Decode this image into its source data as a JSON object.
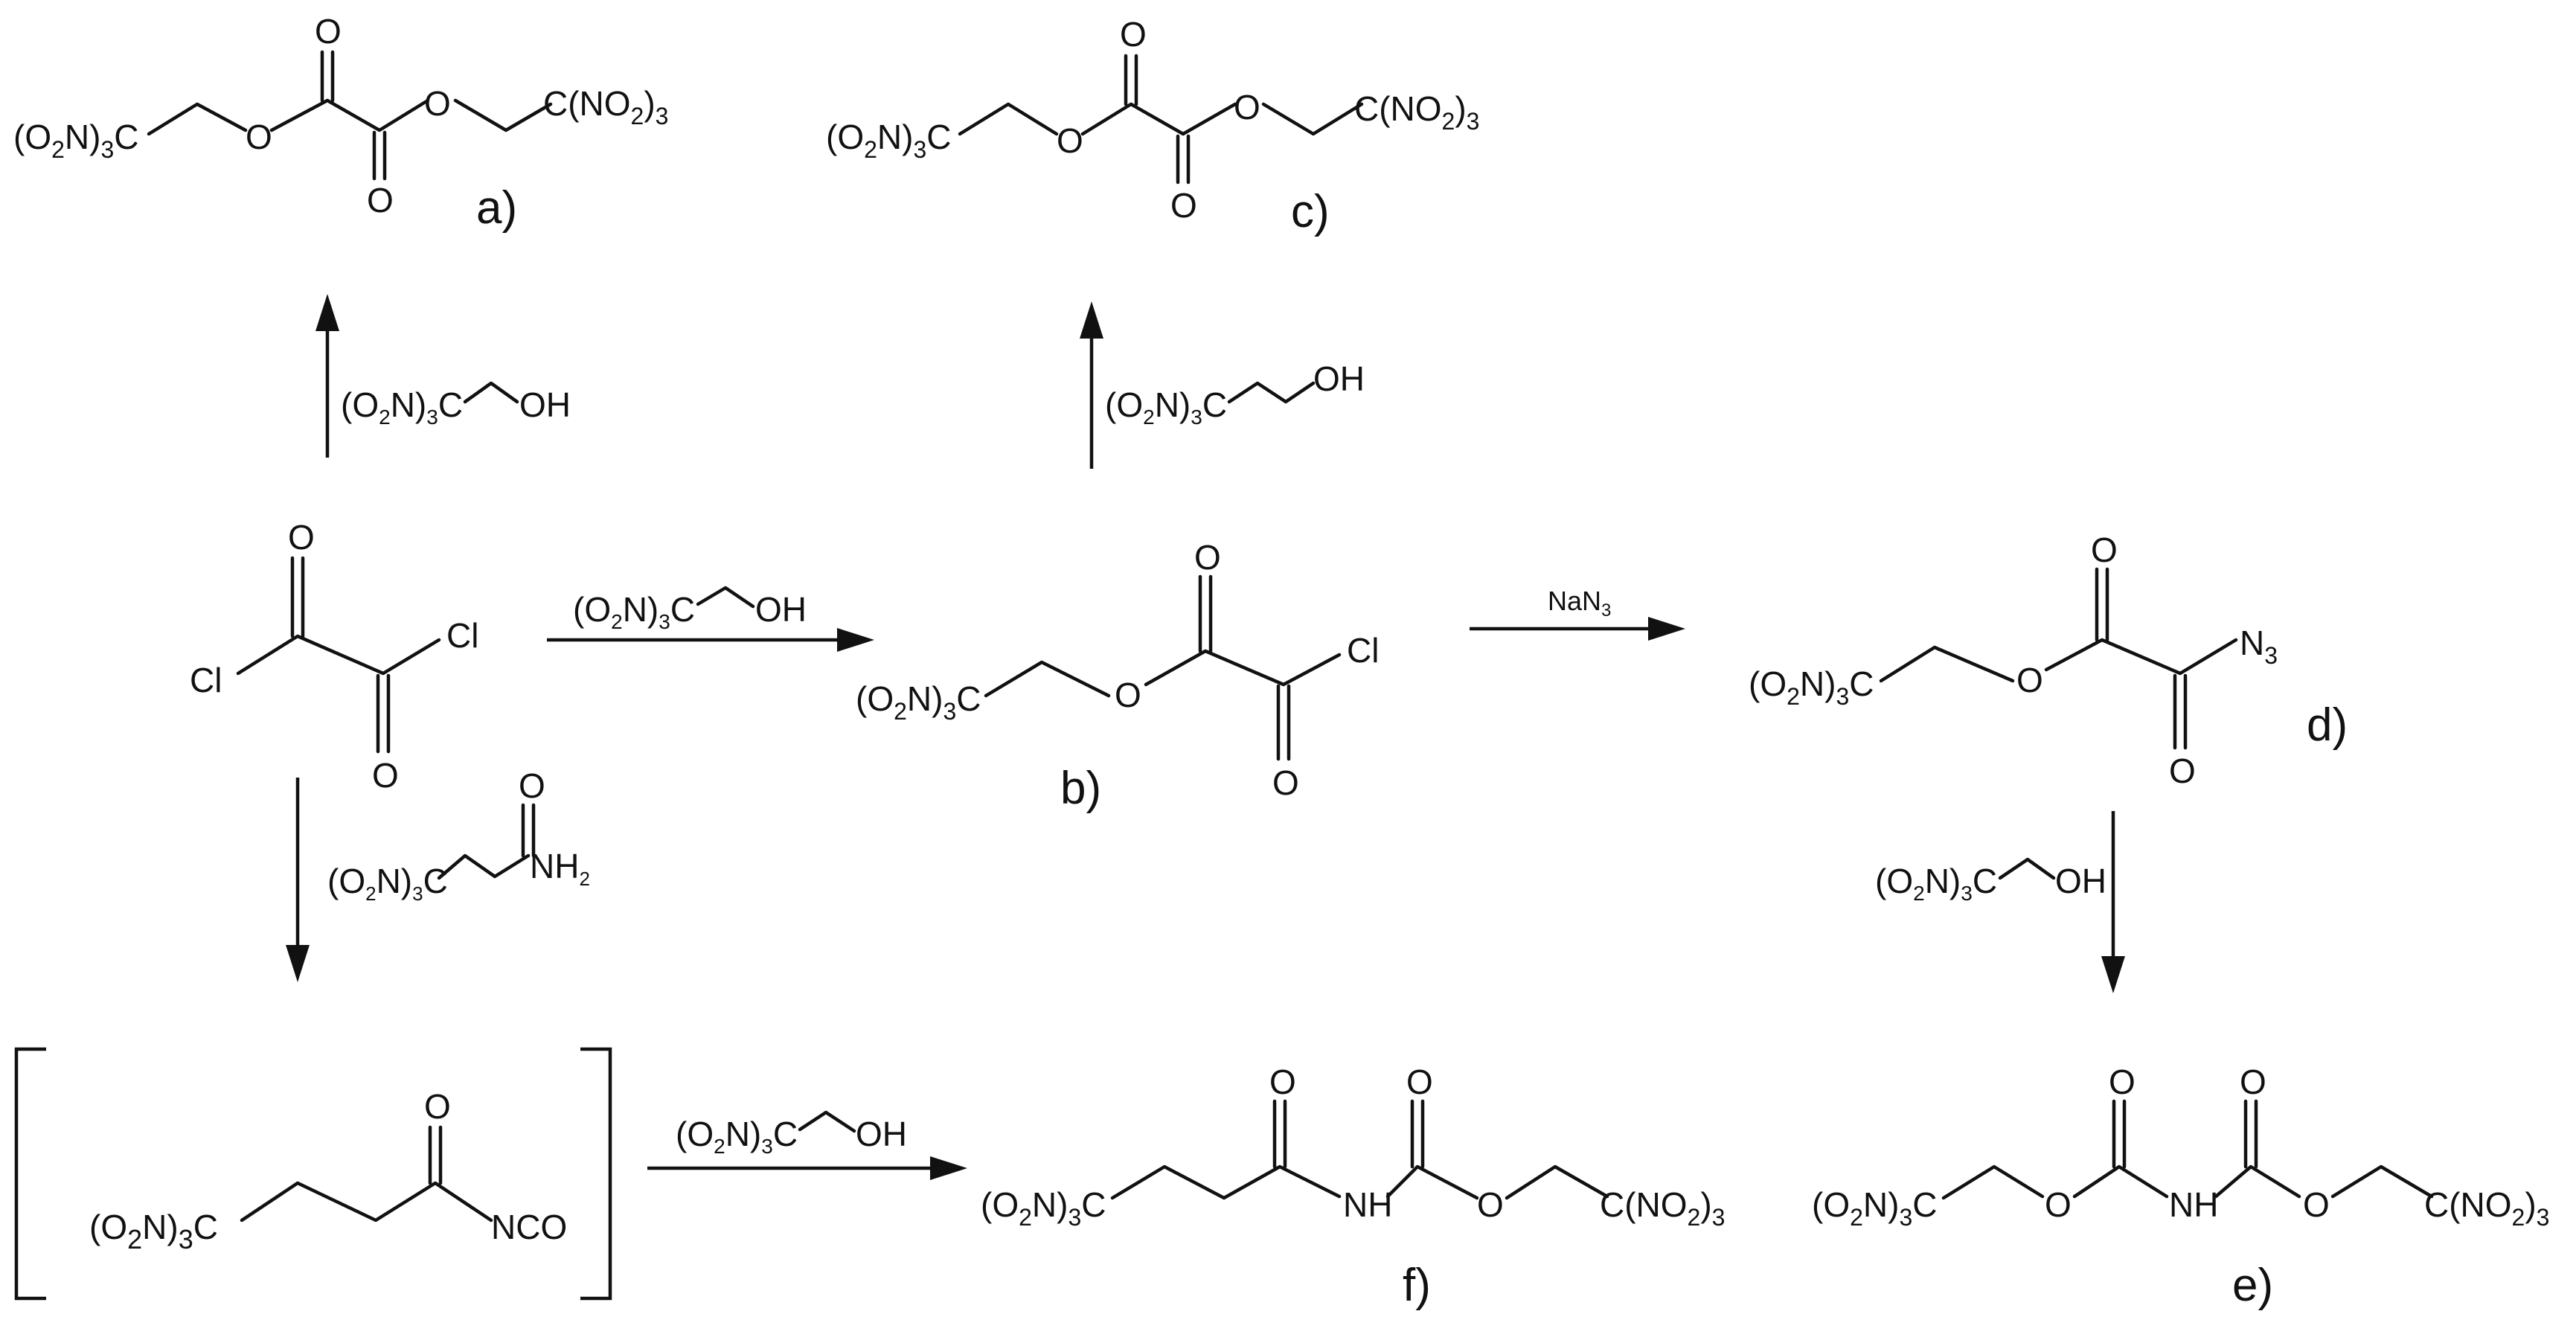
{
  "compounds": {
    "oxalyl_chloride": {
      "cl_left": "Cl",
      "cl_right": "Cl",
      "o_top": "O",
      "o_bottom": "O"
    },
    "a": {
      "label": "a)",
      "left_group": "(O2N)3C",
      "right_group": "C(NO2)3",
      "o_ester_left": "O",
      "o_ester_right": "O",
      "o_top": "O",
      "o_bottom": "O"
    },
    "c": {
      "label": "c)",
      "left_group": "(O2N)3C",
      "right_group": "C(NO2)3",
      "o_ester_left": "O",
      "o_ester_right": "O",
      "o_top": "O",
      "o_bottom": "O"
    },
    "b": {
      "label": "b)",
      "left_group": "(O2N)3C",
      "o_ester": "O",
      "o_top": "O",
      "o_bottom": "O",
      "cl": "Cl"
    },
    "d": {
      "label": "d)",
      "left_group": "(O2N)3C",
      "o_ester": "O",
      "o_top": "O",
      "o_bottom": "O",
      "azide": "N3"
    },
    "intermediate": {
      "left_group": "(O2N)3C",
      "o_top": "O",
      "nco": "NCO"
    },
    "f": {
      "label": "f)",
      "left_group": "(O2N)3C",
      "right_group": "C(NO2)3",
      "nh": "NH",
      "o_ester": "O",
      "o_top1": "O",
      "o_top2": "O"
    },
    "e": {
      "label": "e)",
      "left_group": "(O2N)3C",
      "right_group": "C(NO2)3",
      "nh": "NH",
      "o_ester1": "O",
      "o_ester2": "O",
      "o_top1": "O",
      "o_top2": "O"
    }
  },
  "reagents": {
    "to_a": {
      "group": "(O2N)3C",
      "oh": "OH"
    },
    "to_c": {
      "group": "(O2N)3C",
      "oh": "OH"
    },
    "to_b": {
      "group": "(O2N)3C",
      "oh": "OH"
    },
    "to_d": {
      "text": "NaN3"
    },
    "to_intermediate": {
      "group": "(O2N)3C",
      "nh2": "NH2",
      "o": "O"
    },
    "to_e": {
      "group": "(O2N)3C",
      "oh": "OH"
    },
    "to_f": {
      "group": "(O2N)3C",
      "oh": "OH"
    }
  }
}
